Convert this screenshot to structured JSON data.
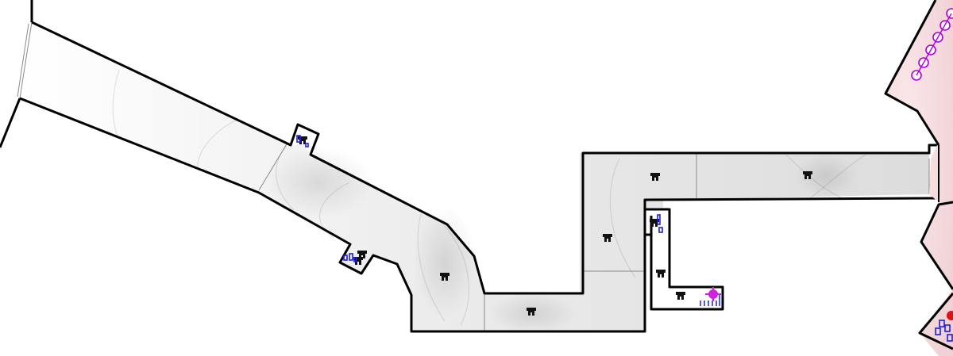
{
  "map": {
    "colors": {
      "background": "#ffffff",
      "floor": "#e4e4e4",
      "wall": "#000000",
      "zone_tint": "#f4e4e6",
      "ally_units": "#1f1fd8",
      "objective_rings": "#b000d8",
      "spawn_blob": "#d020e0",
      "enemy_dot": "#e01010"
    },
    "icons": {
      "structure": "bunker-icon",
      "ally": "soldier-icon",
      "objective": "ring-icon",
      "spawn": "spawn-icon"
    },
    "bunker_count": 11,
    "ally_squads": 5,
    "objective_rings": 6
  }
}
